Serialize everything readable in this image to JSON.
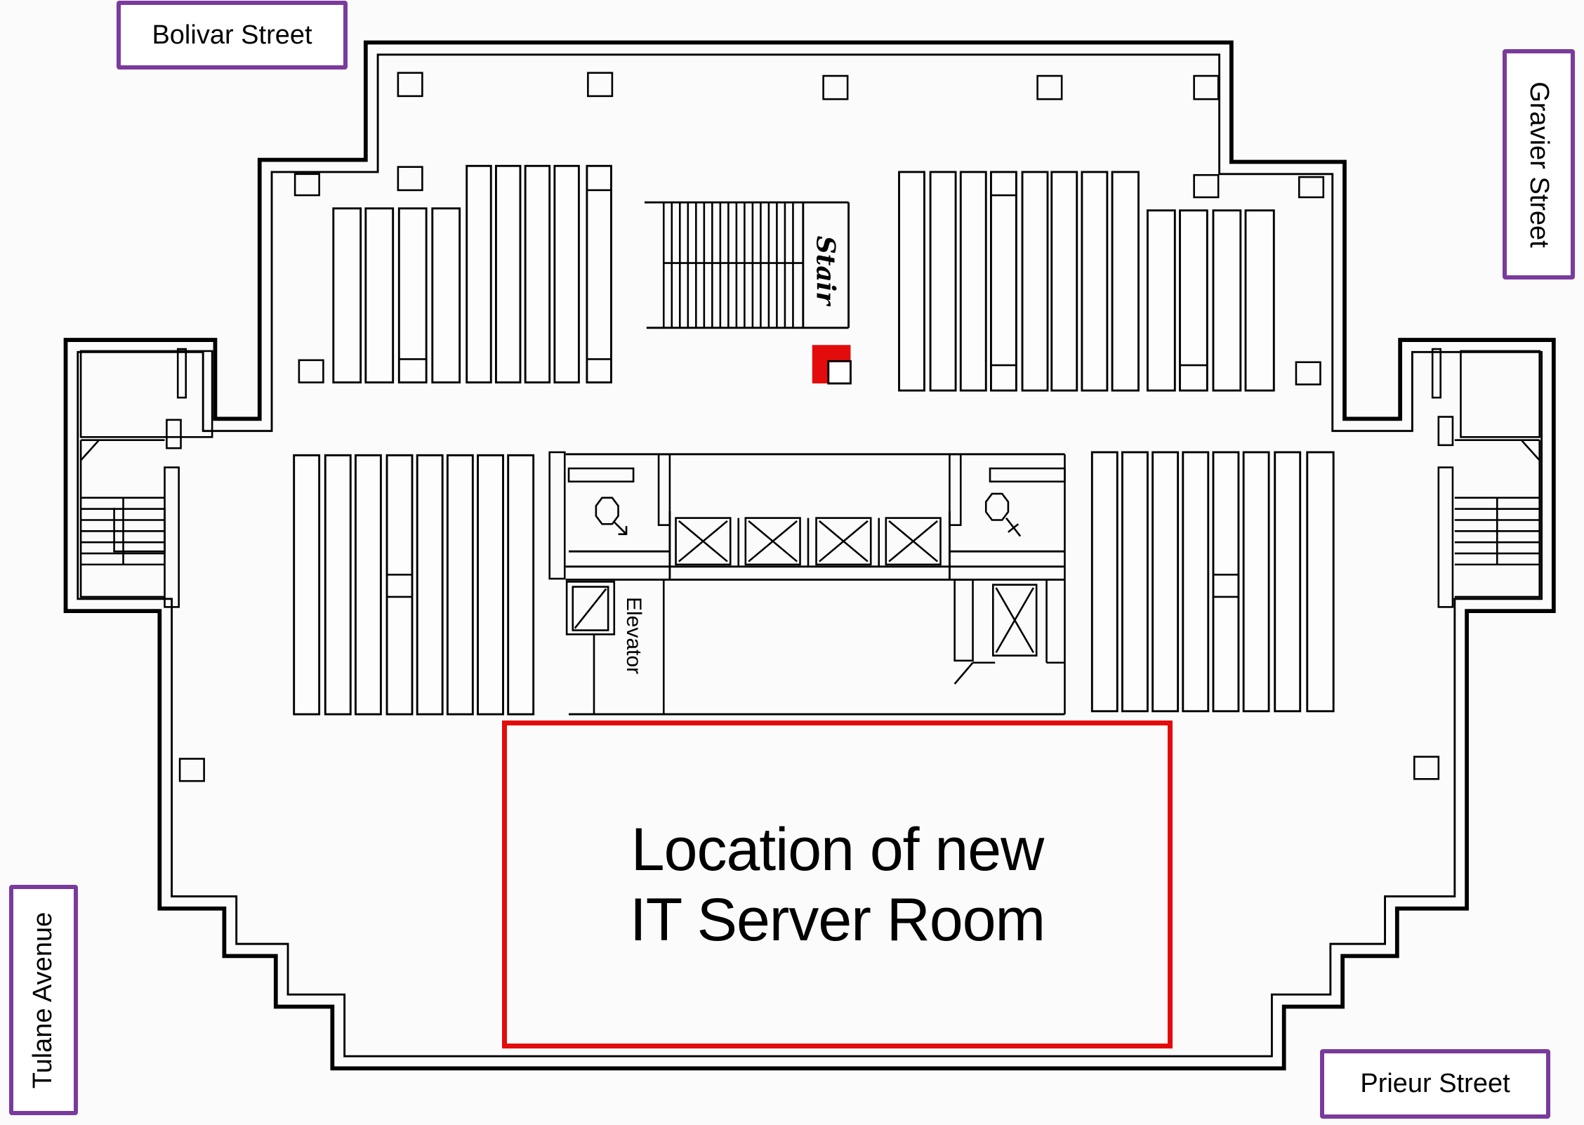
{
  "streets": {
    "north": "Bolivar Street",
    "east": "Gravier Street",
    "west": "Tulane Avenue",
    "south": "Prieur Street"
  },
  "labels": {
    "stair": "Stair",
    "elevator": "Elevator"
  },
  "highlight": {
    "line1": "Location of new",
    "line2": "IT Server Room",
    "border_color": "#e30b0b"
  },
  "colors": {
    "street_border": "#7a3b9c",
    "wall": "#000000",
    "marker": "#e30b0b"
  },
  "icons": [
    "men-restroom-icon",
    "women-restroom-icon",
    "elevator-icon",
    "stair-icon",
    "location-marker-icon"
  ]
}
